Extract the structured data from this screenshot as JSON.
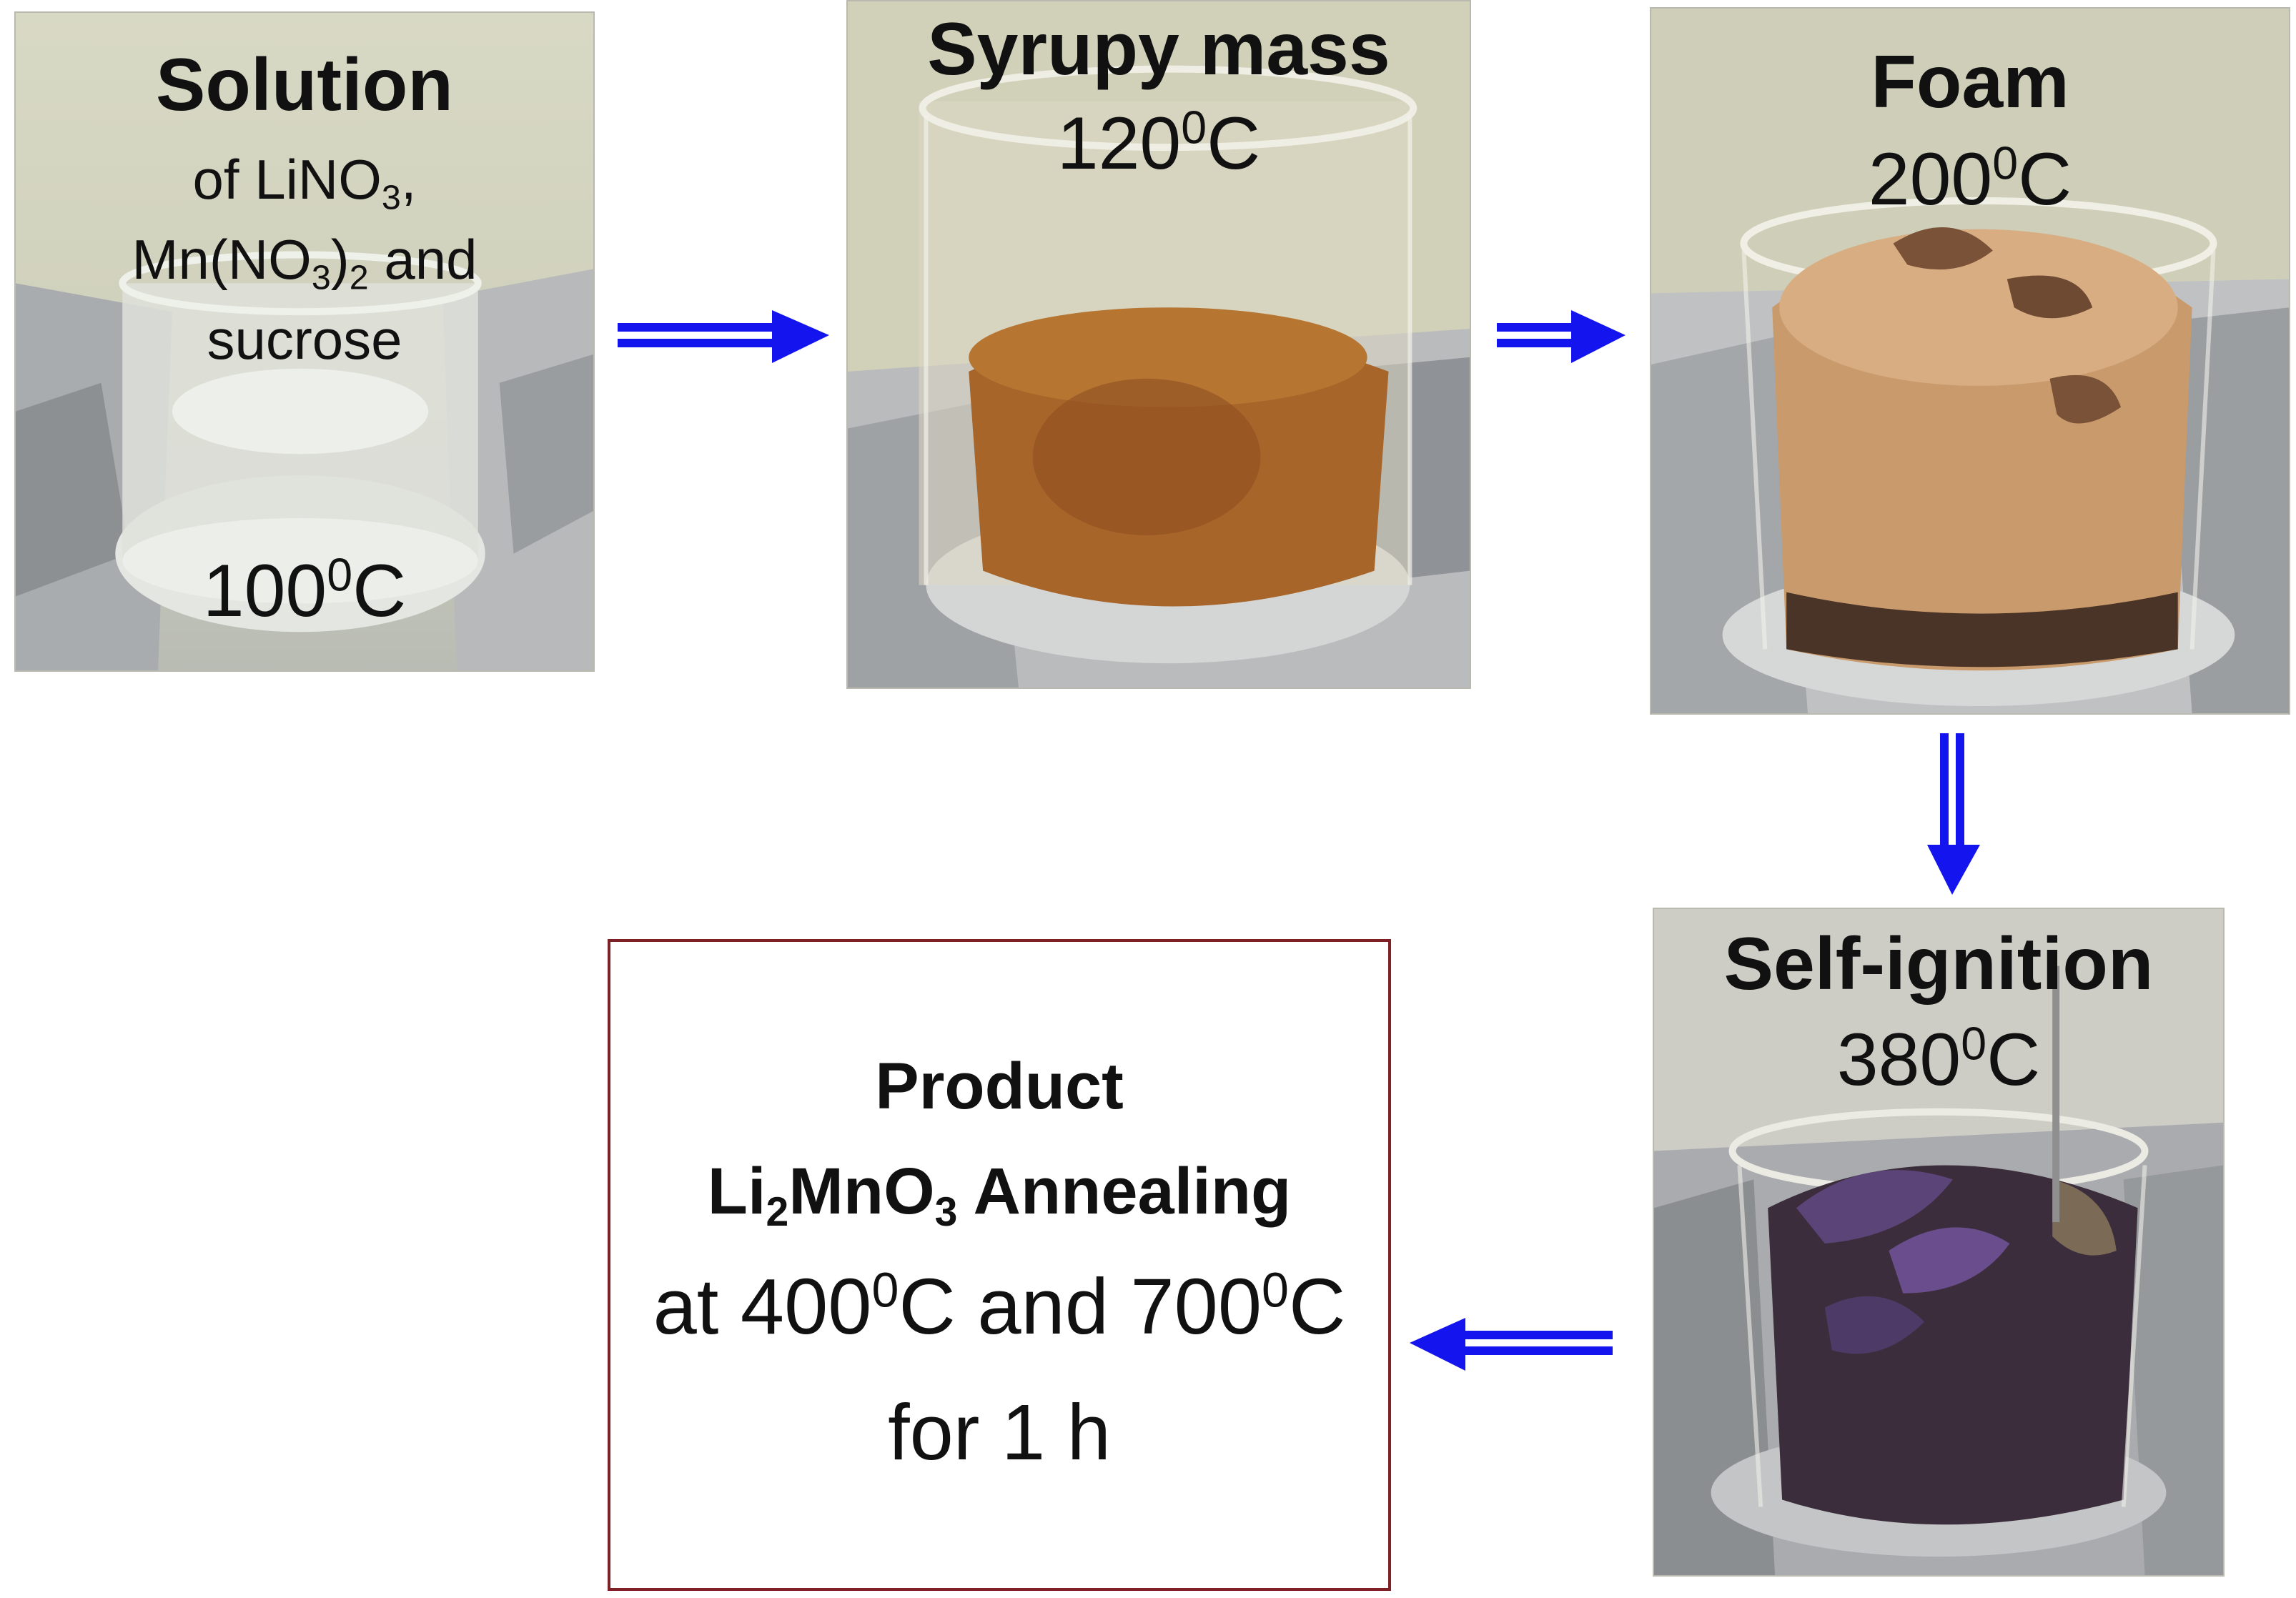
{
  "steps": [
    {
      "title": "Solution",
      "desc_line1_pre": "of LiNO",
      "desc_line1_sub": "3",
      "desc_line1_post": ",",
      "desc_line2_pre": "Mn(NO",
      "desc_line2_sub1": "3",
      "desc_line2_mid": ")",
      "desc_line2_sub2": "2",
      "desc_line2_post": " and",
      "desc_line3": "sucrose",
      "temp_value": "100",
      "temp_sup": "0",
      "temp_unit": "C"
    },
    {
      "title": "Syrupy mass",
      "temp_value": "120",
      "temp_sup": "0",
      "temp_unit": "C"
    },
    {
      "title": "Foam",
      "temp_value": "200",
      "temp_sup": "0",
      "temp_unit": "C"
    },
    {
      "title": "Self-ignition",
      "temp_value": "380",
      "temp_sup": "0",
      "temp_unit": "C"
    }
  ],
  "product": {
    "title": "Product",
    "formula_pre": "Li",
    "formula_sub1": "2",
    "formula_mid": "MnO",
    "formula_sub2": "3",
    "formula_post": " Annealing",
    "line3_pre": "at 400",
    "line3_sup1": "0",
    "line3_mid": "C and 700",
    "line3_sup2": "0",
    "line3_post": "C",
    "line4": "for 1 h"
  },
  "colors": {
    "arrow": "#1414ee",
    "product_border": "#7f1f26",
    "foil": "#c8cacb",
    "solution_bg": "#d2d3bf",
    "syrup": "#a7652a",
    "foam": "#c99a6b",
    "charred": "#3b2d3b"
  }
}
